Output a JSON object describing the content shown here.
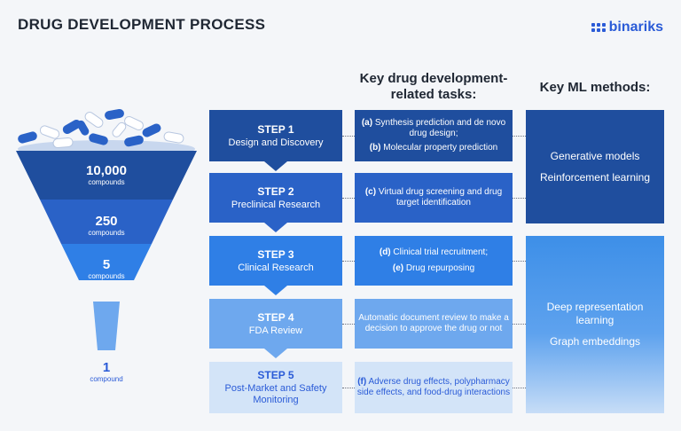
{
  "header": {
    "title": "DRUG DEVELOPMENT PROCESS",
    "logo": "binariks"
  },
  "columns": {
    "tasks_heading": "Key drug development-related tasks:",
    "ml_heading": "Key ML methods:"
  },
  "funnel": [
    {
      "count": "10,000",
      "unit": "compounds"
    },
    {
      "count": "250",
      "unit": "compounds"
    },
    {
      "count": "5",
      "unit": "compounds"
    },
    {
      "count": "1",
      "unit": "compound"
    }
  ],
  "steps": [
    {
      "num": "STEP 1",
      "name": "Design and Discovery"
    },
    {
      "num": "STEP 2",
      "name": "Preclinical Research"
    },
    {
      "num": "STEP 3",
      "name": "Clinical Research"
    },
    {
      "num": "STEP 4",
      "name": "FDA Review"
    },
    {
      "num": "STEP 5",
      "name": "Post-Market and Safety Monitoring"
    }
  ],
  "tasks": {
    "s1a_tag": "(a)",
    "s1a_text": "Synthesis prediction and de novo drug design;",
    "s1b_tag": "(b)",
    "s1b_text": "Molecular property prediction",
    "s2_tag": "(c)",
    "s2_text": "Virtual drug screening and drug target identification",
    "s3a_tag": "(d)",
    "s3a_text": "Clinical trial recruitment;",
    "s3b_tag": "(e)",
    "s3b_text": "Drug repurposing",
    "s4_text": "Automatic document review to make a decision to approve the drug or not",
    "s5_tag": "(f)",
    "s5_text": "Adverse drug effects, polypharmacy side effects, and food-drug interactions"
  },
  "ml": {
    "group1": [
      "Generative models",
      "Reinforcement learning"
    ],
    "group2": [
      "Deep representation learning",
      "Graph embeddings"
    ]
  },
  "colors": {
    "step1": "#1f4e9e",
    "step2": "#2a62c7",
    "step3": "#2f7fe6",
    "step4": "#6ea8ee",
    "step5": "#d3e4f8",
    "ml1": "#1f4e9e",
    "ml2": "#3d8fe8",
    "accent": "#2a5bd7"
  }
}
